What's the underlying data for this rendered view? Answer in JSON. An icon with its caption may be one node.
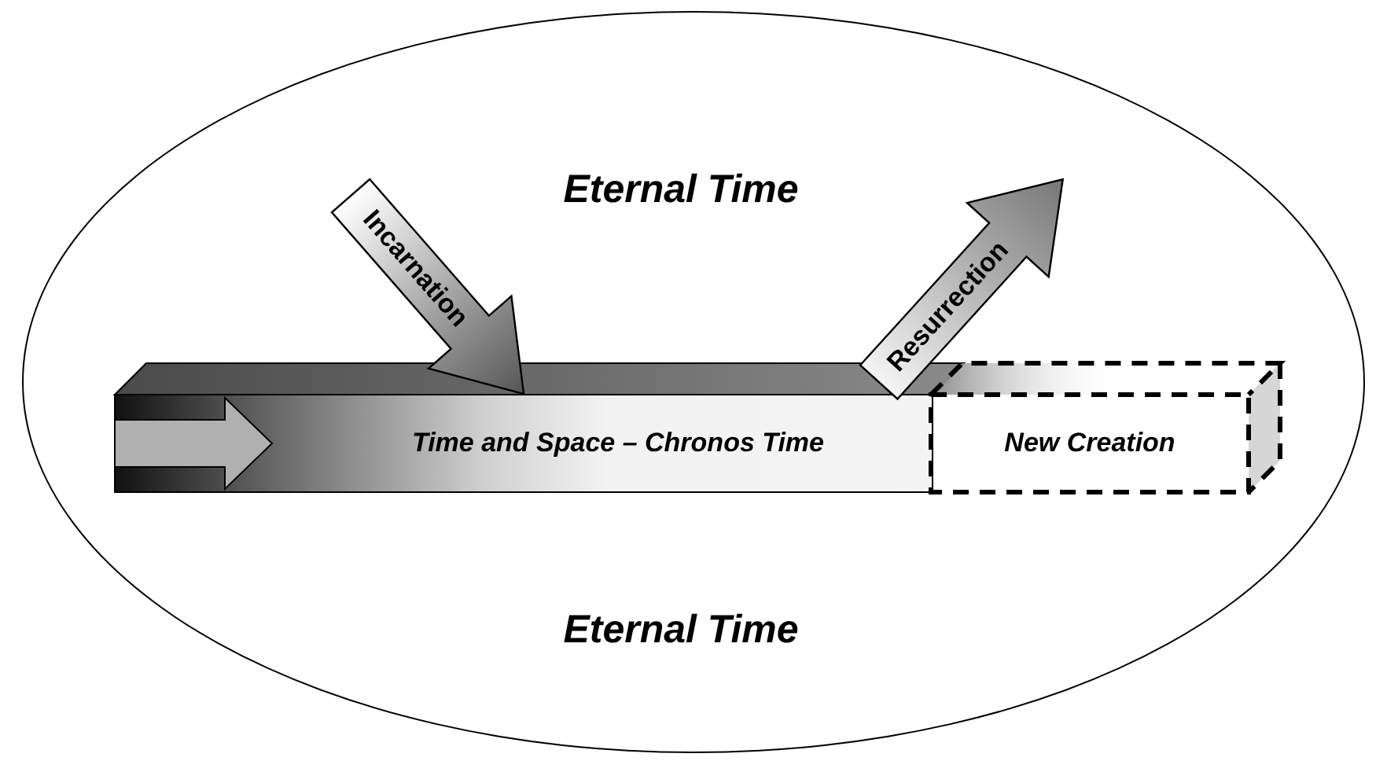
{
  "diagram": {
    "nodes": [
      {
        "text": [
          "Eternal Time",
          "Eternal Time"
        ]
      },
      {
        "text": [
          "Incarnation"
        ],
        "in": 0
      },
      {
        "text": [
          "Resurrection"
        ],
        "in": 0
      },
      {
        "text": [
          "Time and Space – Chronos Time"
        ],
        "in": 0
      },
      {
        "text": [
          "New Creation"
        ],
        "in": 0
      }
    ]
  }
}
